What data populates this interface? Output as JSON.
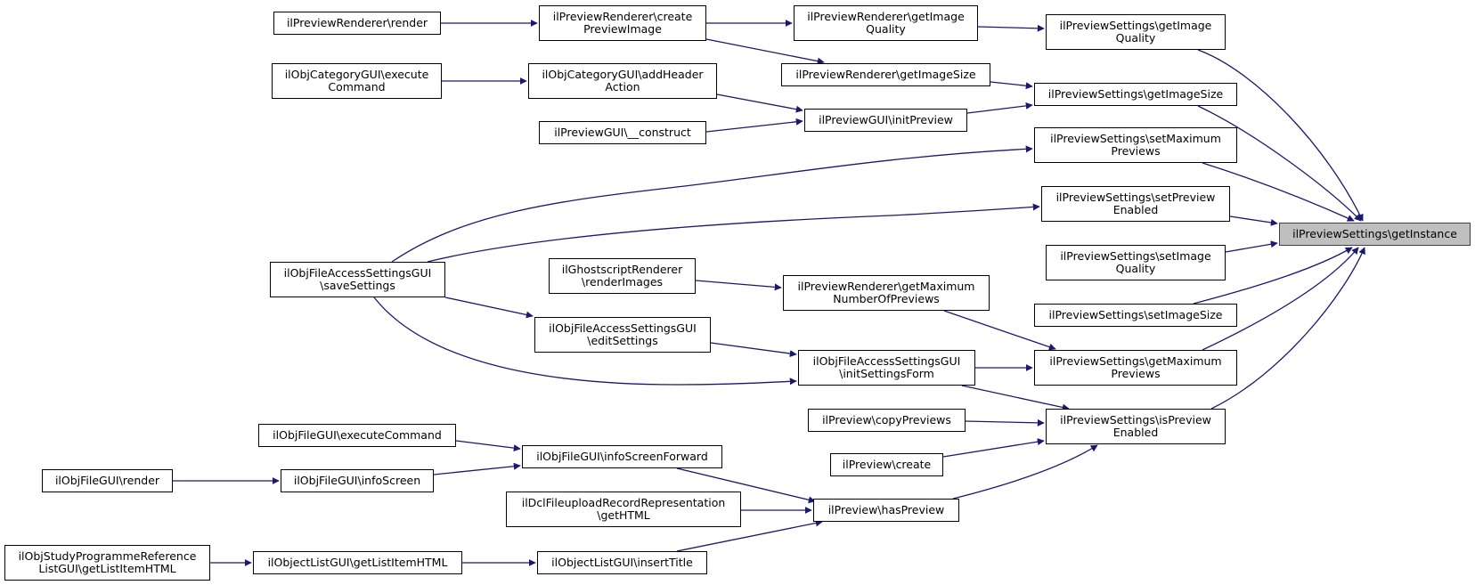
{
  "diagram": {
    "colors": {
      "edge": "#191970",
      "node_border": "#000000",
      "node_fill": "#ffffff",
      "focus_fill": "#bfbfbf"
    },
    "nodes": [
      {
        "id": "n_render",
        "label": "ilPreviewRenderer\\render"
      },
      {
        "id": "n_create",
        "label": "ilPreviewRenderer\\create\nPreviewImage"
      },
      {
        "id": "n_rgiq",
        "label": "ilPreviewRenderer\\getImage\nQuality"
      },
      {
        "id": "n_sgiq",
        "label": "ilPreviewSettings\\getImage\nQuality"
      },
      {
        "id": "n_catexec",
        "label": "ilObjCategoryGUI\\execute\nCommand"
      },
      {
        "id": "n_catadd",
        "label": "ilObjCategoryGUI\\addHeader\nAction"
      },
      {
        "id": "n_rgis",
        "label": "ilPreviewRenderer\\getImageSize"
      },
      {
        "id": "n_sgis",
        "label": "ilPreviewSettings\\getImageSize"
      },
      {
        "id": "n_pgcons",
        "label": "ilPreviewGUI\\__construct"
      },
      {
        "id": "n_pginit",
        "label": "ilPreviewGUI\\initPreview"
      },
      {
        "id": "n_ssmax",
        "label": "ilPreviewSettings\\setMaximum\nPreviews"
      },
      {
        "id": "n_sspe",
        "label": "ilPreviewSettings\\setPreview\nEnabled"
      },
      {
        "id": "n_focus",
        "label": "ilPreviewSettings\\getInstance"
      },
      {
        "id": "n_fasave",
        "label": "ilObjFileAccessSettingsGUI\n\\saveSettings"
      },
      {
        "id": "n_gs",
        "label": "ilGhostscriptRenderer\n\\renderImages"
      },
      {
        "id": "n_ssiq",
        "label": "ilPreviewSettings\\setImage\nQuality"
      },
      {
        "id": "n_rgmax",
        "label": "ilPreviewRenderer\\getMaximum\nNumberOfPreviews"
      },
      {
        "id": "n_ssis",
        "label": "ilPreviewSettings\\setImageSize"
      },
      {
        "id": "n_faedit",
        "label": "ilObjFileAccessSettingsGUI\n\\editSettings"
      },
      {
        "id": "n_fainit",
        "label": "ilObjFileAccessSettingsGUI\n\\initSettingsForm"
      },
      {
        "id": "n_sgmax",
        "label": "ilPreviewSettings\\getMaximum\nPreviews"
      },
      {
        "id": "n_pcopy",
        "label": "ilPreview\\copyPreviews"
      },
      {
        "id": "n_sispe",
        "label": "ilPreviewSettings\\isPreview\nEnabled"
      },
      {
        "id": "n_fexec",
        "label": "ilObjFileGUI\\executeCommand"
      },
      {
        "id": "n_pcreate",
        "label": "ilPreview\\create"
      },
      {
        "id": "n_fisf",
        "label": "ilObjFileGUI\\infoScreenForward"
      },
      {
        "id": "n_frender",
        "label": "ilObjFileGUI\\render"
      },
      {
        "id": "n_fis",
        "label": "ilObjFileGUI\\infoScreen"
      },
      {
        "id": "n_dcl",
        "label": "ilDclFileuploadRecordRepresentation\n\\getHTML"
      },
      {
        "id": "n_phas",
        "label": "ilPreview\\hasPreview"
      },
      {
        "id": "n_sp",
        "label": "ilObjStudyProgrammeReference\nListGUI\\getListItemHTML"
      },
      {
        "id": "n_olgli",
        "label": "ilObjectListGUI\\getListItemHTML"
      },
      {
        "id": "n_olins",
        "label": "ilObjectListGUI\\insertTitle"
      }
    ]
  }
}
